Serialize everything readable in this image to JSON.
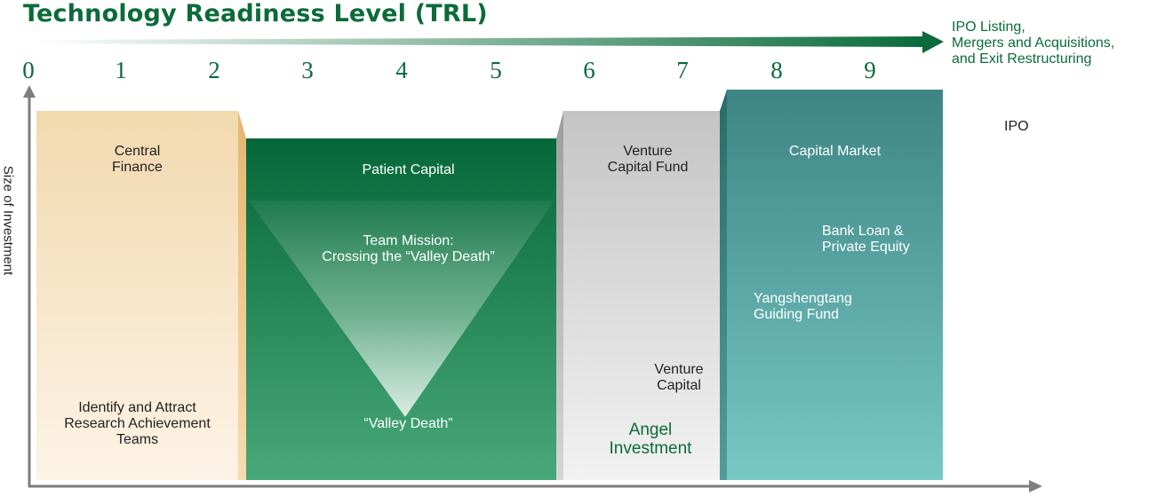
{
  "title": "Technology Readiness Level (TRL)",
  "trl_levels": [
    "0",
    "1",
    "2",
    "3",
    "4",
    "5",
    "6",
    "7",
    "8",
    "9"
  ],
  "exit_note": [
    "IPO Listing,",
    "Mergers and Acquisitions,",
    "and Exit Restructuring"
  ],
  "ipo_label": "IPO",
  "y_axis_label": "Size of Investment",
  "stages": {
    "central_finance": {
      "title": [
        "Central",
        "Finance"
      ],
      "bottom": [
        "Identify and Attract",
        "Research Achievement",
        "Teams"
      ]
    },
    "patient_capital": {
      "title": "Patient Capital",
      "mission": [
        "Team Mission:",
        "Crossing the “Valley Death”"
      ],
      "valley": "“Valley Death”"
    },
    "venture_fund": {
      "title": [
        "Venture",
        "Capital Fund"
      ],
      "venture_capital": [
        "Venture",
        "Capital"
      ],
      "angel": [
        "Angel",
        "Investment"
      ]
    },
    "capital_market": {
      "title": "Capital Market",
      "bank_loan": [
        "Bank Loan &",
        "Private Equity"
      ],
      "guiding_fund": [
        "Yangshengtang",
        "Guiding Fund"
      ]
    }
  },
  "colors": {
    "brand_green": "#0b6b3a",
    "cream": "#f3dcb5",
    "green_dark": "#06683a",
    "grey": "#c8c8c8",
    "teal": "#3f8a8a"
  }
}
